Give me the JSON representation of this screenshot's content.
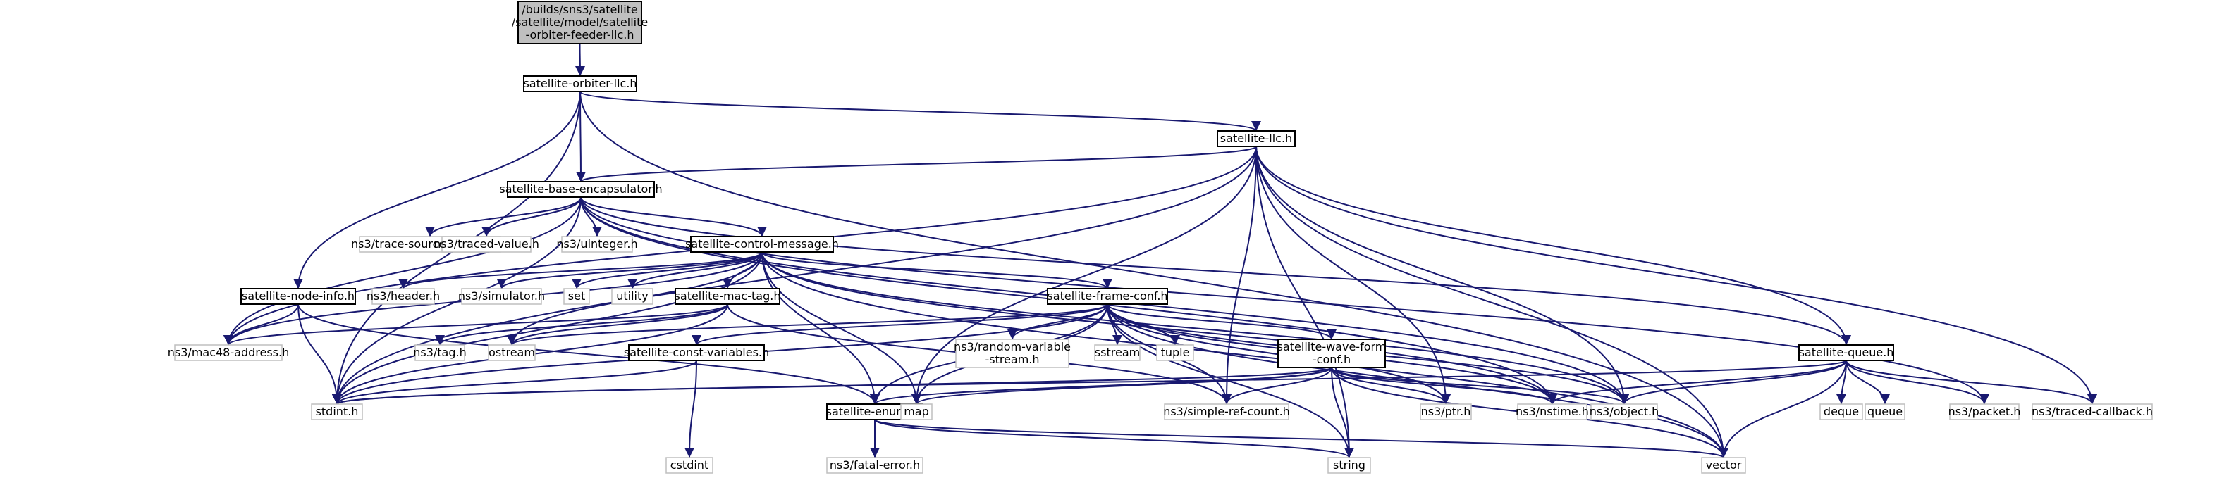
{
  "graph": {
    "nodes": [
      {
        "id": "root",
        "kind": "root",
        "lines": [
          "/builds/sns3/satellite",
          "/satellite/model/satellite",
          "-orbiter-feeder-llc.h"
        ]
      },
      {
        "id": "orbiter_llc",
        "kind": "local",
        "lines": [
          "satellite-orbiter-llc.h"
        ]
      },
      {
        "id": "llc",
        "kind": "local",
        "lines": [
          "satellite-llc.h"
        ]
      },
      {
        "id": "base_encap",
        "kind": "local",
        "lines": [
          "satellite-base-encapsulator.h"
        ]
      },
      {
        "id": "control_msg",
        "kind": "local",
        "lines": [
          "satellite-control-message.h"
        ]
      },
      {
        "id": "node_info",
        "kind": "local",
        "lines": [
          "satellite-node-info.h"
        ]
      },
      {
        "id": "mac_tag",
        "kind": "local",
        "lines": [
          "satellite-mac-tag.h"
        ]
      },
      {
        "id": "frame_conf",
        "kind": "local",
        "lines": [
          "satellite-frame-conf.h"
        ]
      },
      {
        "id": "const_vars",
        "kind": "local",
        "lines": [
          "satellite-const-variables.h"
        ]
      },
      {
        "id": "wave_form",
        "kind": "local",
        "lines": [
          "satellite-wave-form",
          "-conf.h"
        ]
      },
      {
        "id": "enums",
        "kind": "local",
        "lines": [
          "satellite-enums.h"
        ]
      },
      {
        "id": "queue_h",
        "kind": "local",
        "lines": [
          "satellite-queue.h"
        ]
      },
      {
        "id": "trace_src",
        "kind": "ext",
        "lines": [
          "ns3/trace-source-accessor.h"
        ]
      },
      {
        "id": "traced_val",
        "kind": "ext",
        "lines": [
          "ns3/traced-value.h"
        ]
      },
      {
        "id": "uinteger",
        "kind": "ext",
        "lines": [
          "ns3/uinteger.h"
        ]
      },
      {
        "id": "header",
        "kind": "ext",
        "lines": [
          "ns3/header.h"
        ]
      },
      {
        "id": "simulator",
        "kind": "ext",
        "lines": [
          "ns3/simulator.h"
        ]
      },
      {
        "id": "set",
        "kind": "ext",
        "lines": [
          "set"
        ]
      },
      {
        "id": "utility",
        "kind": "ext",
        "lines": [
          "utility"
        ]
      },
      {
        "id": "mac48",
        "kind": "ext",
        "lines": [
          "ns3/mac48-address.h"
        ]
      },
      {
        "id": "tag",
        "kind": "ext",
        "lines": [
          "ns3/tag.h"
        ]
      },
      {
        "id": "ostream",
        "kind": "ext",
        "lines": [
          "ostream"
        ]
      },
      {
        "id": "random_var",
        "kind": "ext",
        "lines": [
          "ns3/random-variable",
          "-stream.h"
        ]
      },
      {
        "id": "sstream",
        "kind": "ext",
        "lines": [
          "sstream"
        ]
      },
      {
        "id": "tuple",
        "kind": "ext",
        "lines": [
          "tuple"
        ]
      },
      {
        "id": "stdint",
        "kind": "ext",
        "lines": [
          "stdint.h"
        ]
      },
      {
        "id": "cstdint",
        "kind": "ext",
        "lines": [
          "cstdint"
        ]
      },
      {
        "id": "map",
        "kind": "ext",
        "lines": [
          "map"
        ]
      },
      {
        "id": "simple_ref",
        "kind": "ext",
        "lines": [
          "ns3/simple-ref-count.h"
        ]
      },
      {
        "id": "ptr",
        "kind": "ext",
        "lines": [
          "ns3/ptr.h"
        ]
      },
      {
        "id": "nstime",
        "kind": "ext",
        "lines": [
          "ns3/nstime.h"
        ]
      },
      {
        "id": "object",
        "kind": "ext",
        "lines": [
          "ns3/object.h"
        ]
      },
      {
        "id": "deque",
        "kind": "ext",
        "lines": [
          "deque"
        ]
      },
      {
        "id": "queue",
        "kind": "ext",
        "lines": [
          "queue"
        ]
      },
      {
        "id": "packet",
        "kind": "ext",
        "lines": [
          "ns3/packet.h"
        ]
      },
      {
        "id": "traced_cb",
        "kind": "ext",
        "lines": [
          "ns3/traced-callback.h"
        ]
      },
      {
        "id": "fatal_err",
        "kind": "ext",
        "lines": [
          "ns3/fatal-error.h"
        ]
      },
      {
        "id": "string",
        "kind": "ext",
        "lines": [
          "string"
        ]
      },
      {
        "id": "vector",
        "kind": "ext",
        "lines": [
          "vector"
        ]
      }
    ],
    "edges": [
      [
        "root",
        "orbiter_llc"
      ],
      [
        "orbiter_llc",
        "llc"
      ],
      [
        "orbiter_llc",
        "base_encap"
      ],
      [
        "orbiter_llc",
        "node_info"
      ],
      [
        "orbiter_llc",
        "stdint"
      ],
      [
        "orbiter_llc",
        "vector"
      ],
      [
        "llc",
        "base_encap"
      ],
      [
        "llc",
        "mac48"
      ],
      [
        "llc",
        "map"
      ],
      [
        "llc",
        "simple_ref"
      ],
      [
        "llc",
        "ptr"
      ],
      [
        "llc",
        "object"
      ],
      [
        "llc",
        "string"
      ],
      [
        "llc",
        "traced_cb"
      ],
      [
        "llc",
        "vector"
      ],
      [
        "llc",
        "stdint"
      ],
      [
        "llc",
        "queue_h"
      ],
      [
        "base_encap",
        "trace_src"
      ],
      [
        "base_encap",
        "traced_val"
      ],
      [
        "base_encap",
        "uinteger"
      ],
      [
        "base_encap",
        "control_msg"
      ],
      [
        "base_encap",
        "mac48"
      ],
      [
        "base_encap",
        "stdint"
      ],
      [
        "base_encap",
        "queue_h"
      ],
      [
        "base_encap",
        "object"
      ],
      [
        "base_encap",
        "nstime"
      ],
      [
        "base_encap",
        "packet"
      ],
      [
        "control_msg",
        "header"
      ],
      [
        "control_msg",
        "simulator"
      ],
      [
        "control_msg",
        "set"
      ],
      [
        "control_msg",
        "utility"
      ],
      [
        "control_msg",
        "mac_tag"
      ],
      [
        "control_msg",
        "frame_conf"
      ],
      [
        "control_msg",
        "mac48"
      ],
      [
        "control_msg",
        "stdint"
      ],
      [
        "control_msg",
        "map"
      ],
      [
        "control_msg",
        "ostream"
      ],
      [
        "control_msg",
        "enums"
      ],
      [
        "control_msg",
        "object"
      ],
      [
        "control_msg",
        "nstime"
      ],
      [
        "control_msg",
        "vector"
      ],
      [
        "node_info",
        "mac48"
      ],
      [
        "node_info",
        "stdint"
      ],
      [
        "node_info",
        "enums"
      ],
      [
        "mac_tag",
        "tag"
      ],
      [
        "mac_tag",
        "mac48"
      ],
      [
        "mac_tag",
        "ostream"
      ],
      [
        "mac_tag",
        "stdint"
      ],
      [
        "mac_tag",
        "simple_ref"
      ],
      [
        "frame_conf",
        "random_var"
      ],
      [
        "frame_conf",
        "sstream"
      ],
      [
        "frame_conf",
        "tuple"
      ],
      [
        "frame_conf",
        "const_vars"
      ],
      [
        "frame_conf",
        "wave_form"
      ],
      [
        "frame_conf",
        "enums"
      ],
      [
        "frame_conf",
        "map"
      ],
      [
        "frame_conf",
        "simple_ref"
      ],
      [
        "frame_conf",
        "ptr"
      ],
      [
        "frame_conf",
        "object"
      ],
      [
        "frame_conf",
        "nstime"
      ],
      [
        "frame_conf",
        "string"
      ],
      [
        "frame_conf",
        "vector"
      ],
      [
        "frame_conf",
        "ostream"
      ],
      [
        "frame_conf",
        "stdint"
      ],
      [
        "const_vars",
        "cstdint"
      ],
      [
        "const_vars",
        "stdint"
      ],
      [
        "wave_form",
        "enums"
      ],
      [
        "wave_form",
        "stdint"
      ],
      [
        "wave_form",
        "map"
      ],
      [
        "wave_form",
        "simple_ref"
      ],
      [
        "wave_form",
        "ptr"
      ],
      [
        "wave_form",
        "object"
      ],
      [
        "wave_form",
        "nstime"
      ],
      [
        "wave_form",
        "string"
      ],
      [
        "wave_form",
        "vector"
      ],
      [
        "enums",
        "fatal_err"
      ],
      [
        "enums",
        "string"
      ],
      [
        "enums",
        "vector"
      ],
      [
        "queue_h",
        "stdint"
      ],
      [
        "queue_h",
        "nstime"
      ],
      [
        "queue_h",
        "object"
      ],
      [
        "queue_h",
        "deque"
      ],
      [
        "queue_h",
        "queue"
      ],
      [
        "queue_h",
        "packet"
      ],
      [
        "queue_h",
        "traced_cb"
      ],
      [
        "queue_h",
        "vector"
      ]
    ]
  }
}
